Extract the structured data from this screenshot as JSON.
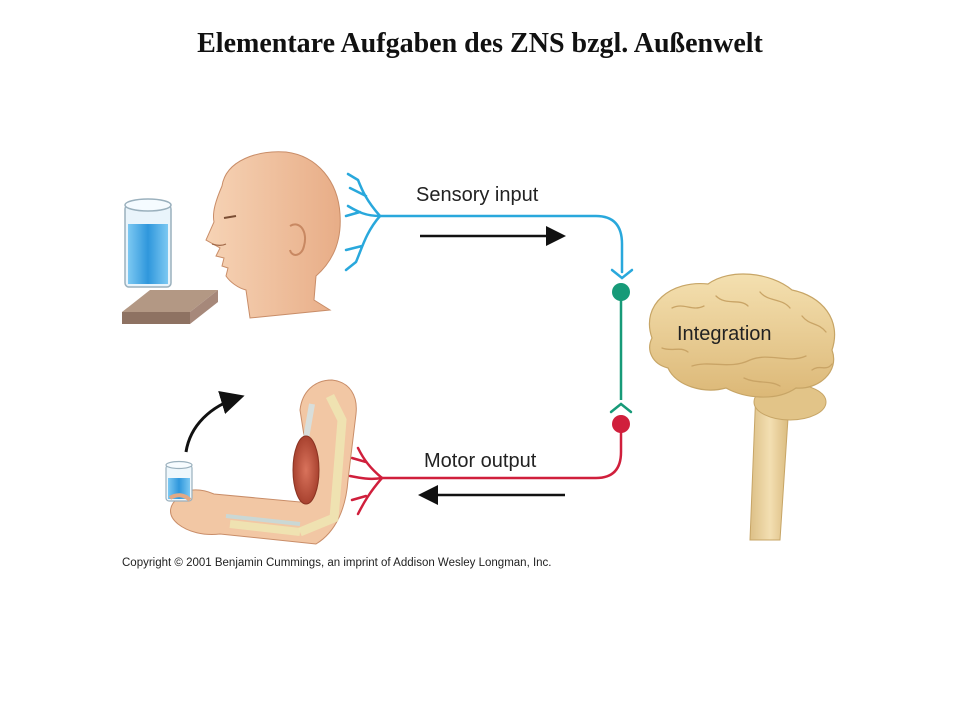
{
  "slide": {
    "title": "Elementare Aufgaben des ZNS bzgl. Außenwelt"
  },
  "diagram": {
    "labels": {
      "sensory_input": "Sensory input",
      "integration": "Integration",
      "motor_output": "Motor output"
    },
    "copyright": "Copyright © 2001 Benjamin Cummings, an imprint of Addison Wesley Longman, Inc."
  },
  "colors": {
    "sensory_nerve": "#29a8dc",
    "interneuron": "#179a78",
    "motor_nerve": "#d01f3c",
    "brain": "#ecd39a",
    "skin": "#f2c7a4",
    "water": "#3aa6e3"
  },
  "icons": [
    "glass-of-water-icon",
    "human-head-icon",
    "brain-icon",
    "arm-icon",
    "flexed-muscle-icon"
  ]
}
